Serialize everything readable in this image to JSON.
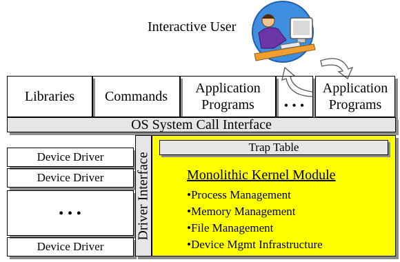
{
  "user": {
    "label": "Interactive User",
    "icon": "computer-user-icon"
  },
  "top_row": {
    "libraries": "Libraries",
    "commands": "Commands",
    "app_programs_1": [
      "Application",
      "Programs"
    ],
    "ellipsis": "• • •",
    "app_programs_2": [
      "Application",
      "Programs"
    ]
  },
  "syscall_bar": "OS System Call Interface",
  "drivers": {
    "items": [
      "Device Driver",
      "Device Driver",
      "Device Driver"
    ],
    "ellipsis": "• • •",
    "interface_label": "Driver Interface"
  },
  "kernel": {
    "trap_table": "Trap Table",
    "title": "Monolithic Kernel Module",
    "items": [
      "Process Management",
      "Memory Management",
      "File Management",
      "Device Mgmt Infrastructure"
    ]
  },
  "colors": {
    "kernel_fill": "#ffff00",
    "bar_fill": "#e6e6e6",
    "shadow": "#8c8c8c"
  }
}
